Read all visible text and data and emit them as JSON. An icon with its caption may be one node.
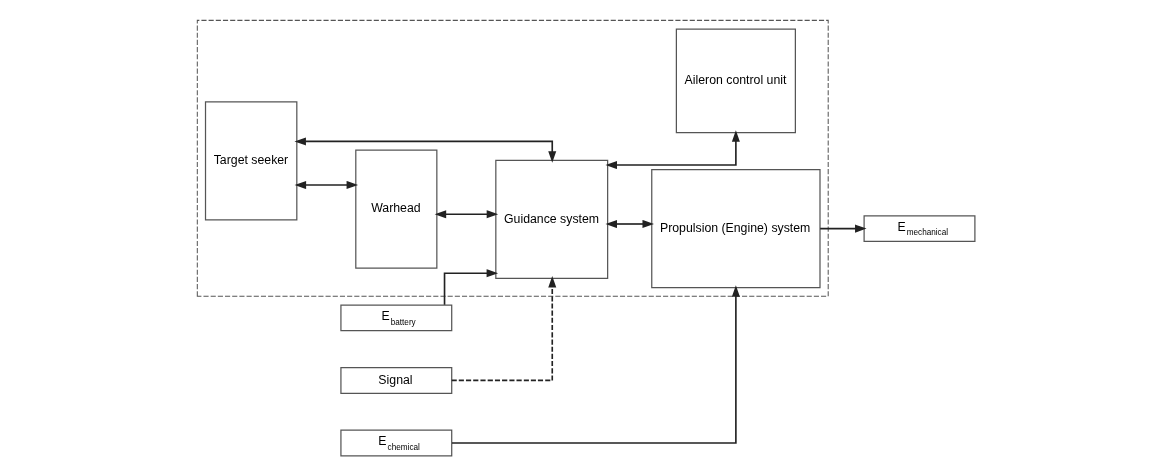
{
  "diagram": {
    "nodes": [
      {
        "text": [],
        "shape": "box"
      },
      {
        "text": [
          "E$_{battery}$"
        ]
      },
      {
        "text": [
          "Target seeker"
        ],
        "in": 0
      },
      {
        "text": [
          "Warhead"
        ],
        "in": 0
      },
      {
        "text": [
          "Guidance system"
        ],
        "in": 0
      },
      {
        "text": [
          "Aileron control unit"
        ],
        "in": 0
      },
      {
        "text": [
          "Propulsion (Engine) system"
        ],
        "in": 0
      },
      {
        "text": [
          "Signal"
        ]
      },
      {
        "text": [
          "E$_{chemical}$"
        ]
      },
      {
        "text": [
          "E$_{mechanical}$"
        ]
      }
    ],
    "edges": [
      {
        "from": 1,
        "to": 4,
        "arrow": "to"
      },
      {
        "from": 2,
        "to": 4,
        "arrow": "both"
      },
      {
        "from": 4,
        "to": 5,
        "arrow": "both"
      },
      {
        "from": 2,
        "to": 3,
        "arrow": "both"
      },
      {
        "from": 3,
        "to": 4,
        "arrow": "both"
      },
      {
        "from": 7,
        "to": 4,
        "arrow": "to",
        "style": "dashed"
      },
      {
        "from": 4,
        "to": 6,
        "arrow": "both"
      },
      {
        "from": 8,
        "to": 6,
        "arrow": "to"
      },
      {
        "from": 6,
        "to": 9,
        "arrow": "to"
      }
    ]
  }
}
